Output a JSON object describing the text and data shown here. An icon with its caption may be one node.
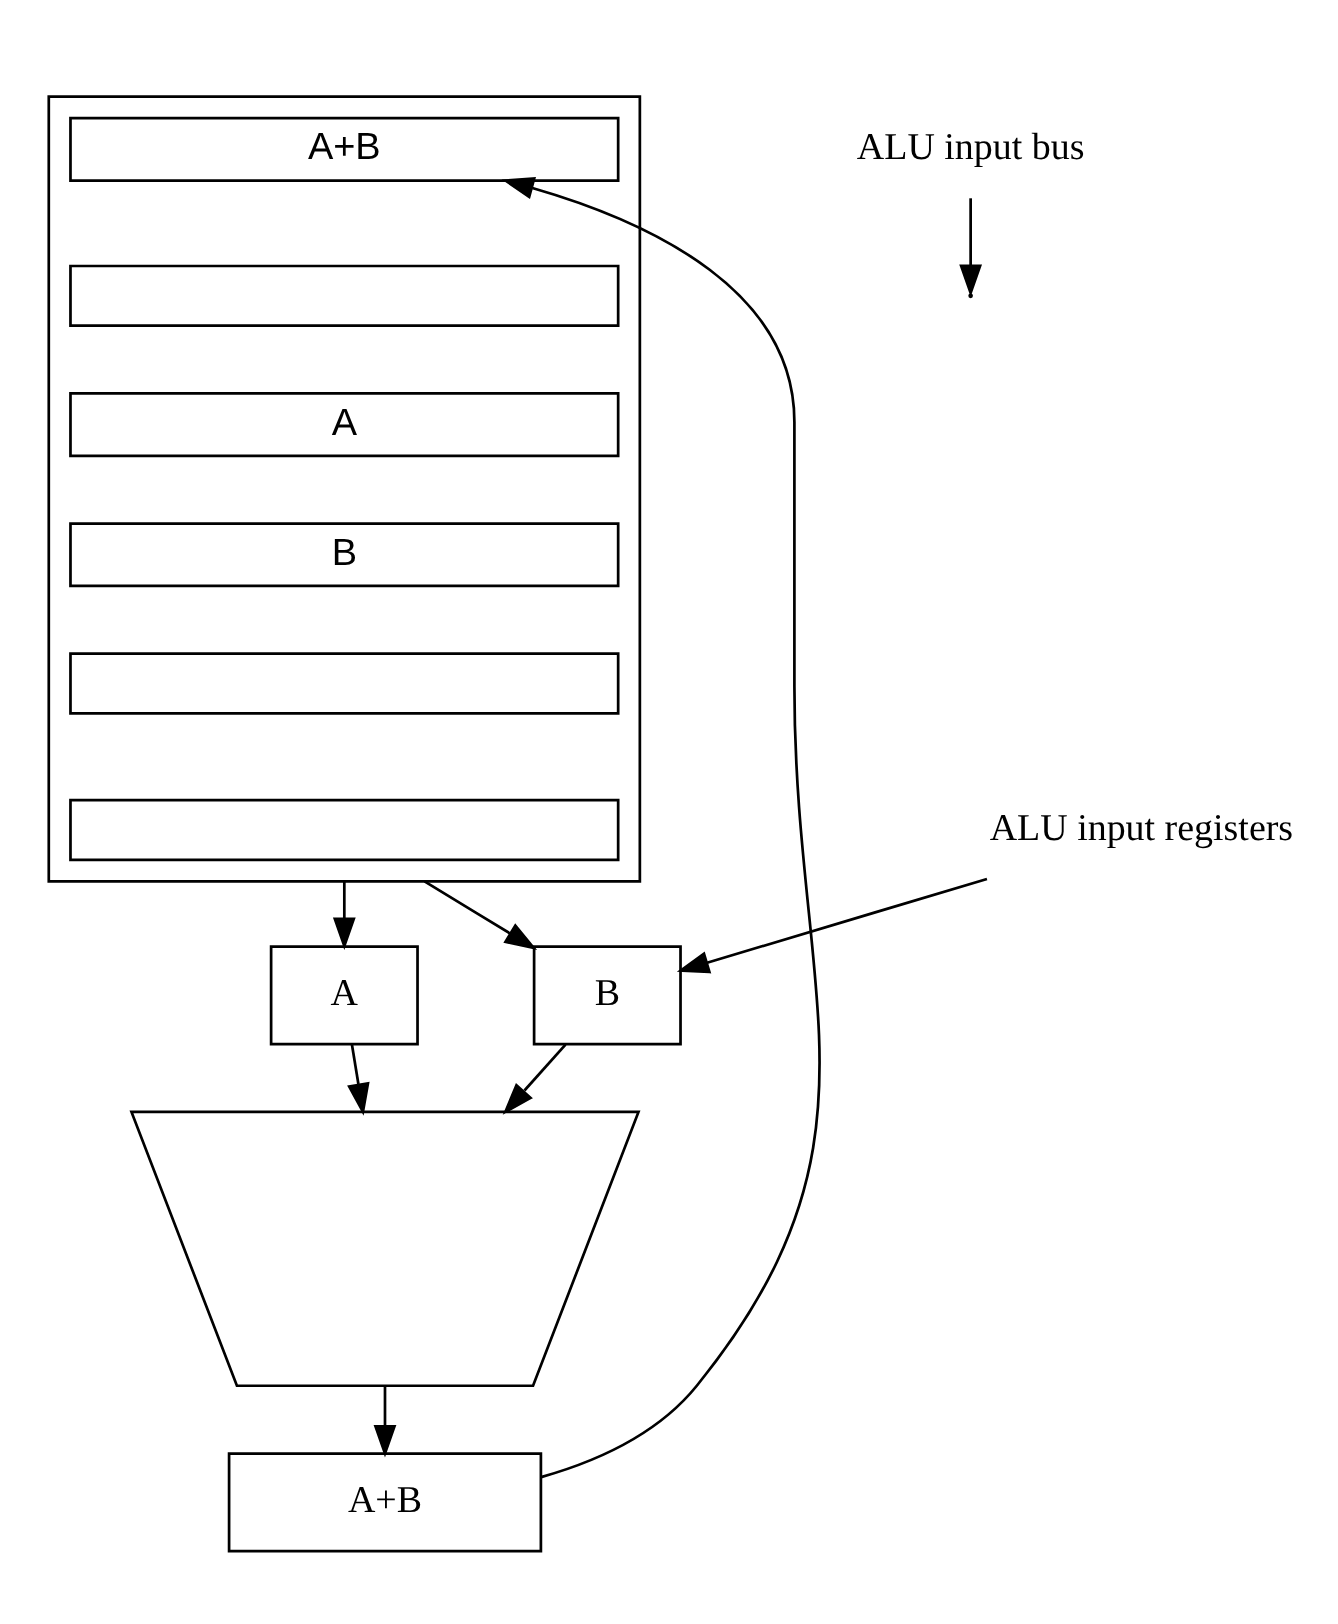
{
  "diagram": {
    "nodes": [
      {
        "text": [],
        "shape": "box"
      },
      {
        "text": [
          "A+B"
        ],
        "in": 0
      },
      {
        "text": [],
        "shape": "box",
        "in": 0
      },
      {
        "text": [
          "A"
        ],
        "in": 0
      },
      {
        "text": [
          "B"
        ],
        "in": 0
      },
      {
        "text": [],
        "shape": "box",
        "in": 0
      },
      {
        "text": [],
        "shape": "box",
        "in": 0
      },
      {
        "text": [
          "A"
        ]
      },
      {
        "text": [
          "B"
        ]
      },
      {
        "text": [],
        "shape": "trapezoid"
      },
      {
        "text": [
          "A+B"
        ]
      },
      {
        "text": [
          "ALU input registers"
        ]
      },
      {
        "text": [
          "ALU input bus"
        ]
      }
    ],
    "edges": [
      {
        "from": 0,
        "to": 7,
        "arrow": "to"
      },
      {
        "from": 0,
        "to": 8,
        "arrow": "to"
      },
      {
        "from": 7,
        "to": 9,
        "arrow": "to"
      },
      {
        "from": 8,
        "to": 9,
        "arrow": "to"
      },
      {
        "from": 9,
        "to": 10,
        "arrow": "to"
      },
      {
        "from": 10,
        "to": 1,
        "arrow": "to"
      },
      {
        "from": 11,
        "to": 8,
        "arrow": "to"
      },
      {
        "from": 12,
        "to": null,
        "arrow": "to"
      }
    ]
  }
}
